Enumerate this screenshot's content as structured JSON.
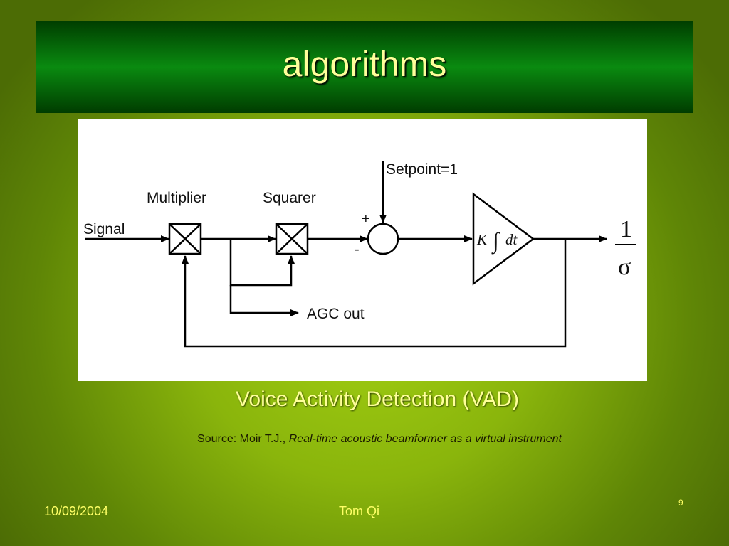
{
  "slide": {
    "title": "algorithms",
    "caption": "Voice Activity Detection (VAD)",
    "source_prefix": "Source: Moir T.J., ",
    "source_title": "Real-time acoustic beamformer as a virtual instrument",
    "footer_date": "10/09/2004",
    "footer_author": "Tom Qi",
    "page_number": "9"
  },
  "diagram": {
    "labels": {
      "signal": "Signal",
      "multiplier": "Multiplier",
      "squarer": "Squarer",
      "setpoint": "Setpoint=1",
      "plus": "+",
      "minus": "-",
      "agc_out": "AGC out",
      "gain": "K",
      "integral": "∫",
      "dt": "dt",
      "numerator": "1",
      "denominator": "σ"
    },
    "colors": {
      "line": "#000000",
      "background": "#ffffff"
    }
  }
}
